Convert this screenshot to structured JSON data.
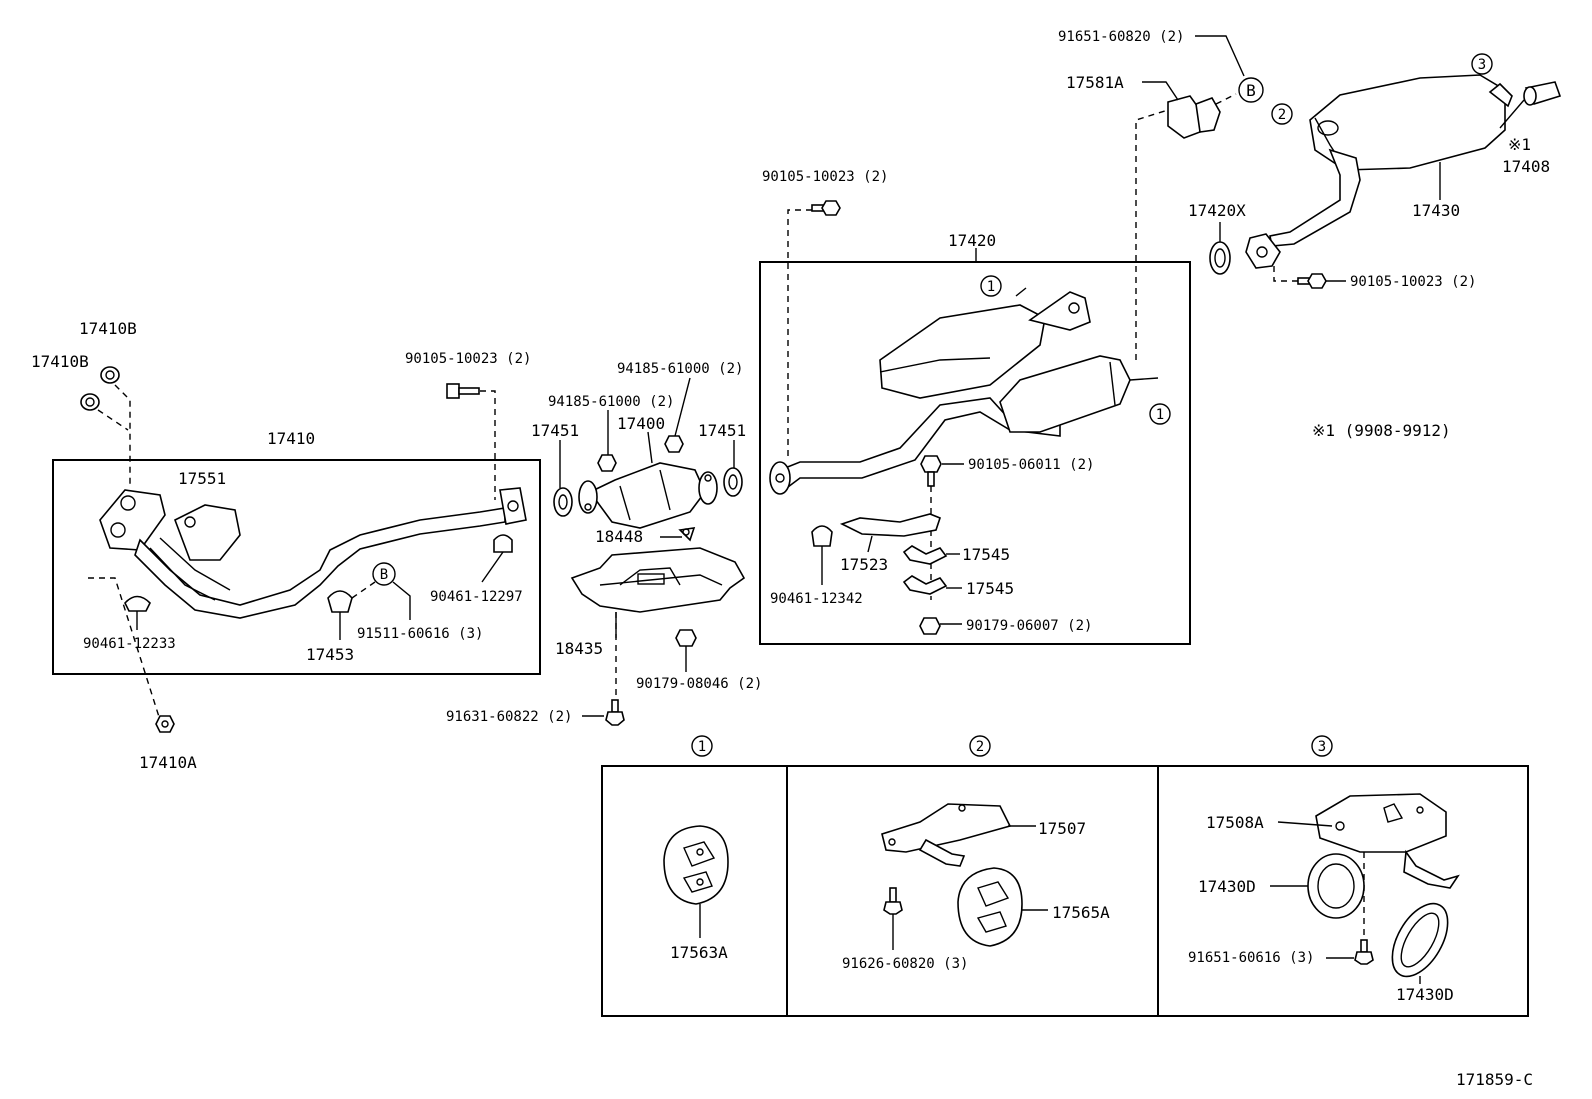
{
  "labels": {
    "p91651_60820": "91651-60820 (2)",
    "p17581A": "17581A",
    "p17408": "17408",
    "note_mark_small": "※1",
    "p17430": "17430",
    "p17420X": "17420X",
    "p90105_10023_r": "90105-10023 (2)",
    "p90105_10023_m": "90105-10023 (2)",
    "p17420": "17420",
    "p90105_06011": "90105-06011 (2)",
    "p17545_a": "17545",
    "p17545_b": "17545",
    "p17523": "17523",
    "p90461_12342": "90461-12342",
    "p90179_06007": "90179-06007 (2)",
    "p17410B_a": "17410B",
    "p17410B_b": "17410B",
    "p90105_10023_l": "90105-10023 (2)",
    "p94185_61000_a": "94185-61000 (2)",
    "p94185_61000_b": "94185-61000 (2)",
    "p17451_a": "17451",
    "p17451_b": "17451",
    "p17400": "17400",
    "p17410": "17410",
    "p17551": "17551",
    "p18448": "18448",
    "p90461_12297": "90461-12297",
    "p90461_12233": "90461-12233",
    "p91511_60616": "91511-60616 (3)",
    "p17453": "17453",
    "p18435": "18435",
    "p90179_08046": "90179-08046 (2)",
    "p91631_60822": "91631-60822 (2)",
    "p17410A": "17410A",
    "note": "※1 (9908-9912)",
    "p17563A": "17563A",
    "p17507": "17507",
    "p17565A": "17565A",
    "p91626_60820": "91626-60820 (3)",
    "p17508A": "17508A",
    "p17430D_a": "17430D",
    "p17430D_b": "17430D",
    "p91651_60616": "91651-60616 (3)",
    "ref_code": "171859-C"
  },
  "callouts": {
    "c1": "1",
    "c2": "2",
    "c3": "3",
    "b": "B"
  }
}
